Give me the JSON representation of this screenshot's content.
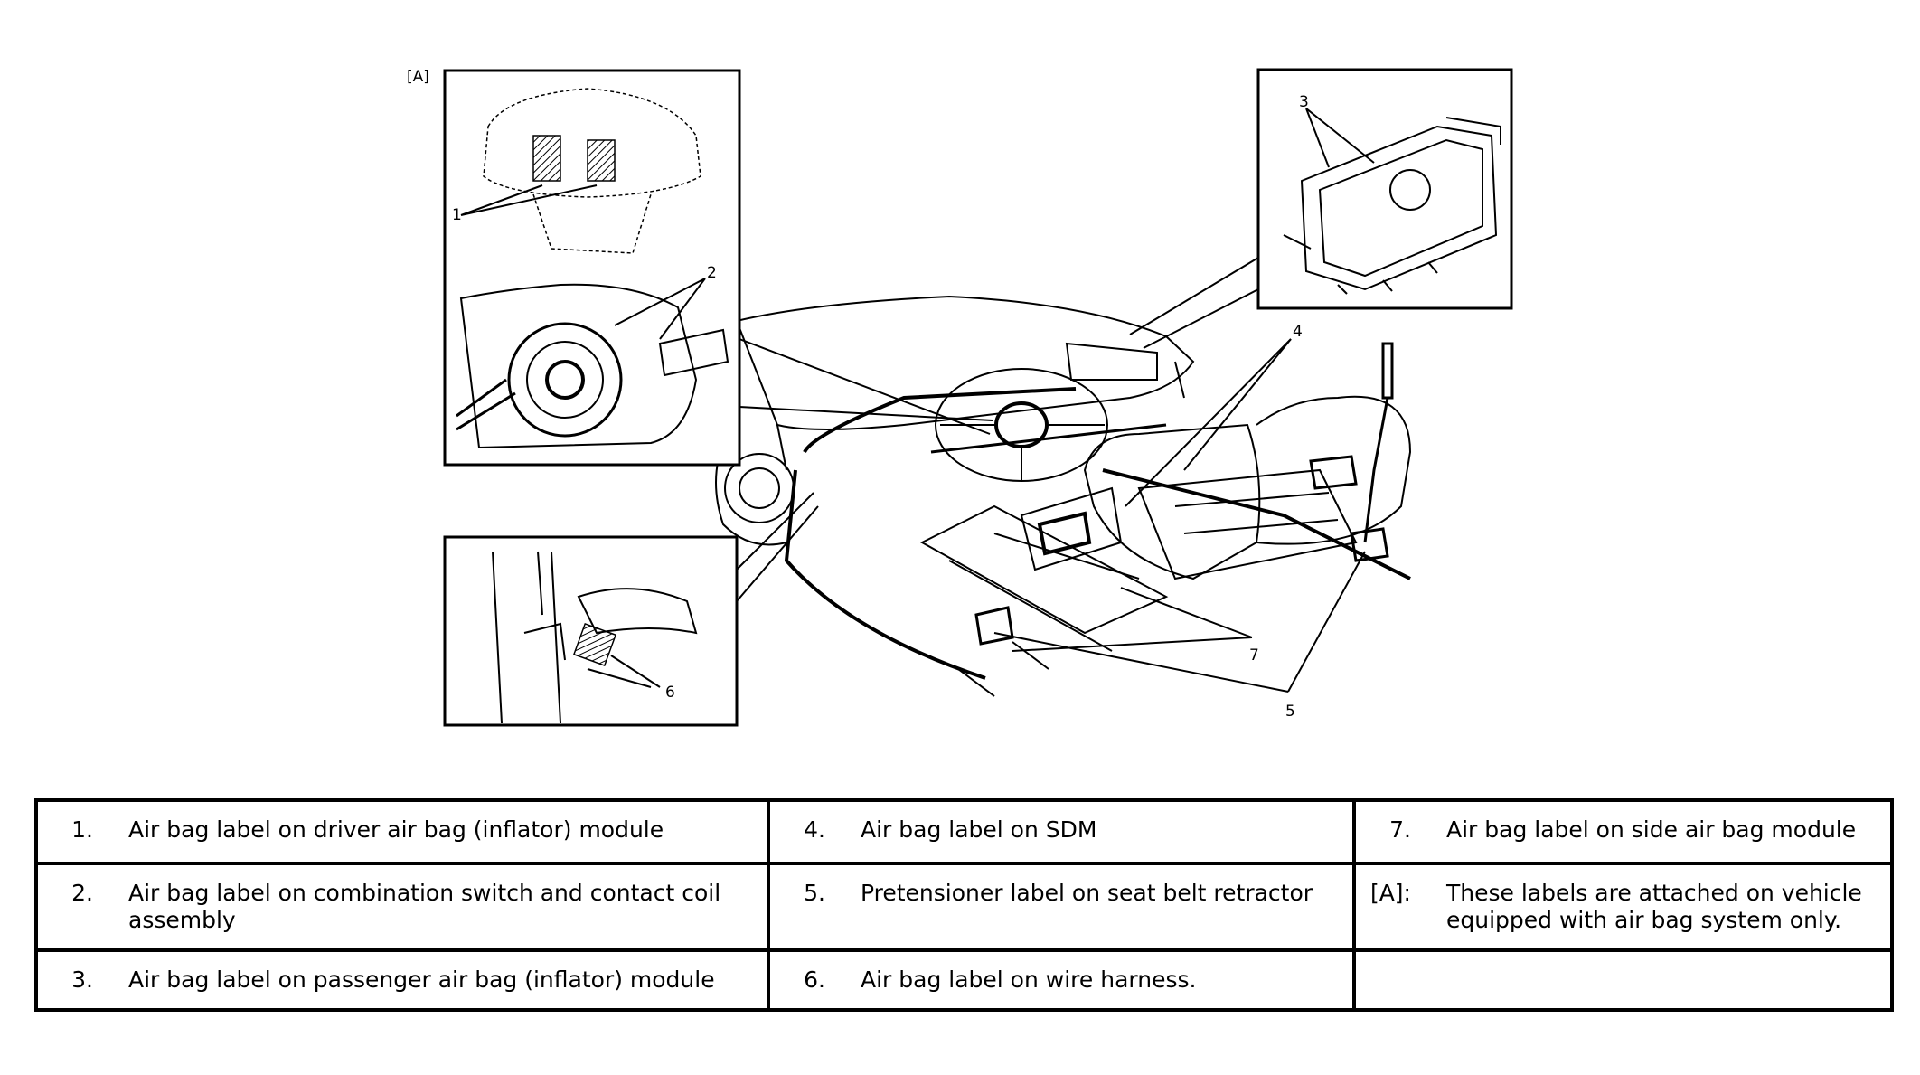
{
  "diagram": {
    "callouts": {
      "inset_a": "[A]",
      "c1": "1",
      "c2": "2",
      "c3": "3",
      "c4": "4",
      "c5": "5",
      "c6": "6",
      "c7": "7"
    }
  },
  "legend": {
    "rows": [
      [
        {
          "num": "1.",
          "text": "Air bag label on driver air bag (inflator) module"
        },
        {
          "num": "4.",
          "text": "Air bag label on SDM"
        },
        {
          "num": "7.",
          "text": "Air bag label on side air bag module"
        }
      ],
      [
        {
          "num": "2.",
          "text": "Air bag label on combination switch and contact coil assembly"
        },
        {
          "num": "5.",
          "text": "Pretensioner label on seat belt retractor"
        },
        {
          "num": "[A]:",
          "text": "These labels are attached on vehicle equipped with air bag system only."
        }
      ],
      [
        {
          "num": "3.",
          "text": "Air bag label on passenger air bag (inflator) module"
        },
        {
          "num": "6.",
          "text": "Air bag label on wire harness."
        },
        {
          "num": "",
          "text": ""
        }
      ]
    ]
  }
}
